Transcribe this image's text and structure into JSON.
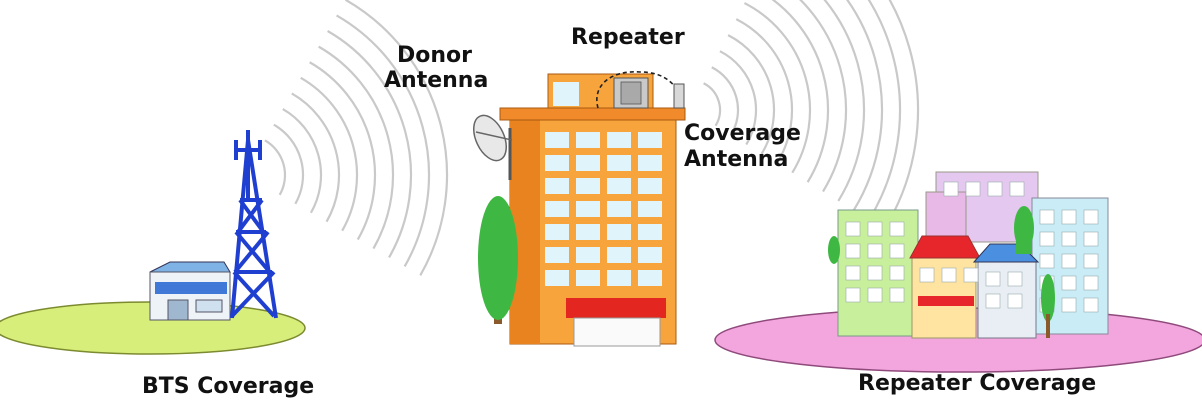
{
  "labels": {
    "donor_antenna_line1": "Donor",
    "donor_antenna_line2": "Antenna",
    "repeater": "Repeater",
    "coverage_antenna_line1": "Coverage",
    "coverage_antenna_line2": "Antenna",
    "bts_coverage": "BTS Coverage",
    "repeater_coverage": "Repeater Coverage"
  },
  "colors": {
    "bts_ground": "#d8ee7a",
    "repeater_ground": "#f3a6dd",
    "tower": "#1f3fd1",
    "building_main": "#f7a43c",
    "building_shadow": "#e98320",
    "window": "#dff4fb",
    "wave": "#c9c9c9",
    "tree": "#3fb843"
  },
  "icons": [
    "bts-tower-icon",
    "bts-station-icon",
    "donor-dish-antenna-icon",
    "repeater-unit-icon",
    "coverage-panel-antenna-icon",
    "tree-icon",
    "city-buildings-icon"
  ]
}
